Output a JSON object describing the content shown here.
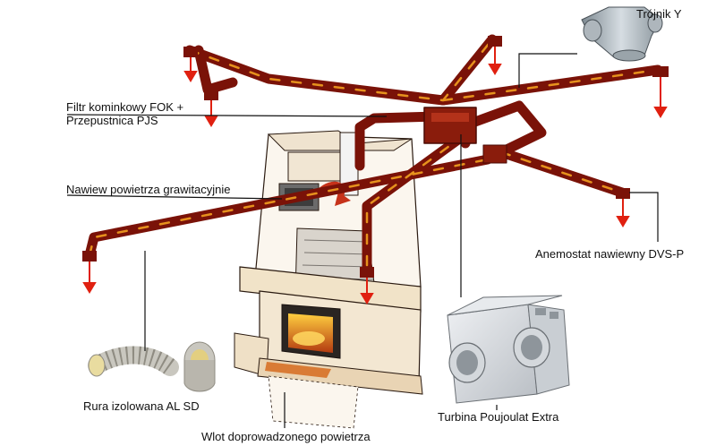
{
  "labels": {
    "trojnik": "Trójnik Y",
    "filtr": "Filtr kominkowy FOK +\nPrzepustnica PJS",
    "nawiew": "Nawiew powietrza grawitacyjnie",
    "anemostat": "Anemostat nawiewny DVS-P",
    "rura": "Rura izolowana AL SD",
    "turbina": "Turbina Poujoulat Extra",
    "wlot": "Wlot doprowadzonego powietrza"
  },
  "colors": {
    "duct": "#7a1208",
    "duct_glow": "#f2a020",
    "arrow": "#e02010",
    "leader": "#111111"
  }
}
